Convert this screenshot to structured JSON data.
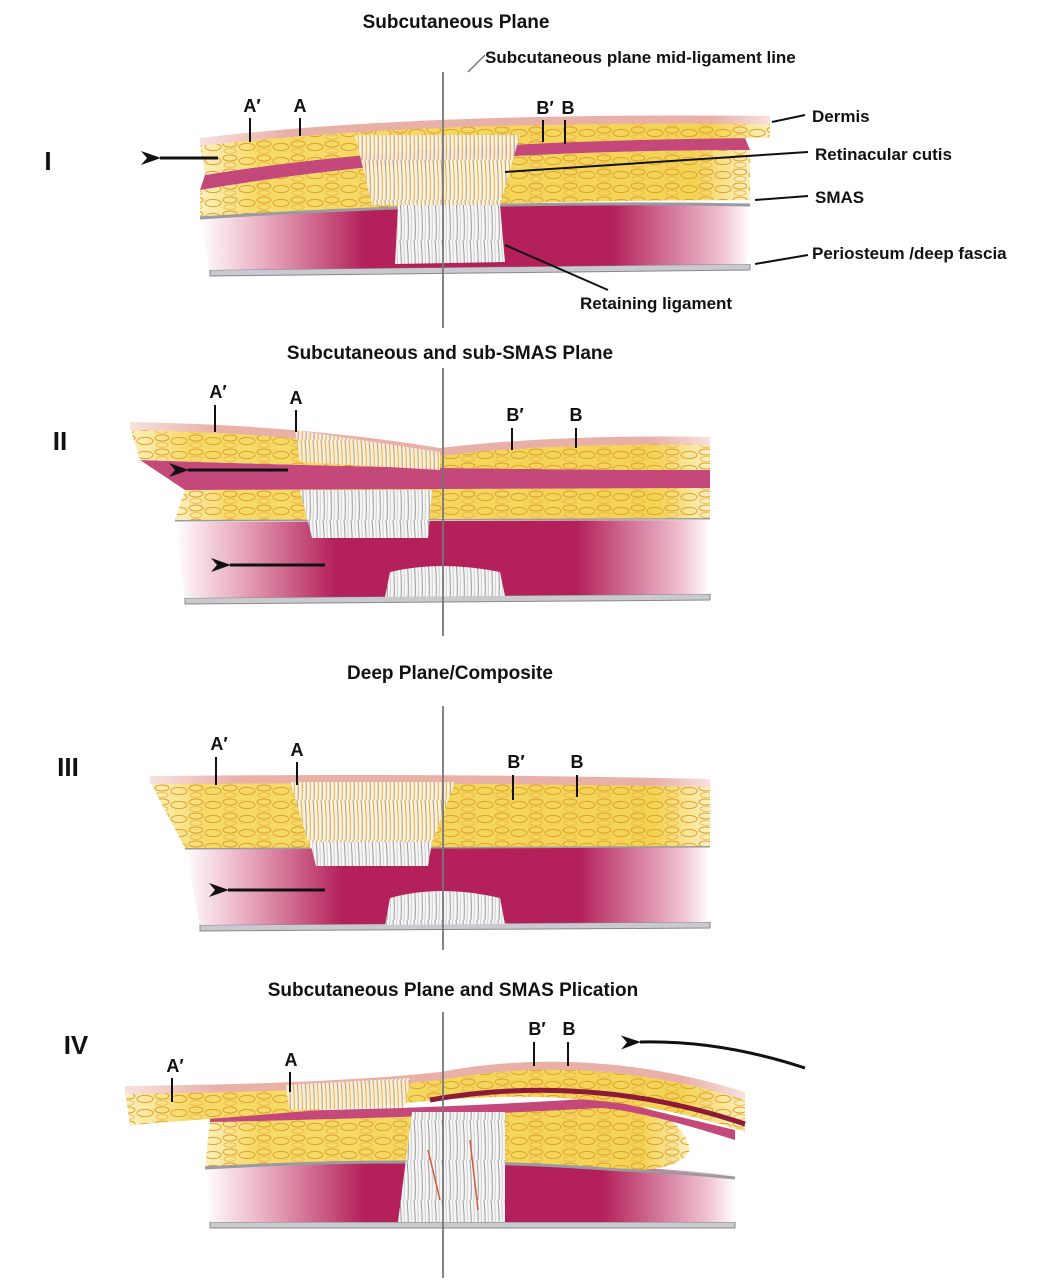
{
  "figure": {
    "colors": {
      "fat": "#f3d354",
      "fat_light": "#fbea9a",
      "dermis": "#e9b0a8",
      "muscle": "#b3205a",
      "muscle_light": "#e8a9bd",
      "fascia": "#c9c9cf",
      "ligament": "#f4f4f4",
      "line": "#222222",
      "midline": "#777777"
    },
    "midline_label": "Subcutaneous plane mid-ligament line",
    "layer_labels": {
      "dermis": "Dermis",
      "retinacular": "Retinacular cutis",
      "smas": "SMAS",
      "periosteum": "Periosteum /deep fascia",
      "ligament": "Retaining ligament"
    },
    "panels": [
      {
        "roman": "I",
        "title": "Subcutaneous Plane",
        "marks": {
          "a_prime": "A′",
          "a": "A",
          "b_prime": "B′",
          "b": "B"
        }
      },
      {
        "roman": "II",
        "title": "Subcutaneous and sub-SMAS Plane",
        "marks": {
          "a_prime": "A′",
          "a": "A",
          "b_prime": "B′",
          "b": "B"
        }
      },
      {
        "roman": "III",
        "title": "Deep Plane/Composite",
        "marks": {
          "a_prime": "A′",
          "a": "A",
          "b_prime": "B′",
          "b": "B"
        }
      },
      {
        "roman": "IV",
        "title": "Subcutaneous Plane and SMAS Plication",
        "marks": {
          "a_prime": "A′",
          "a": "A",
          "b_prime": "B′",
          "b": "B"
        }
      }
    ],
    "icons": {
      "arrow": "traction-arrow-icon",
      "ligament": "ligament-fibers-icon"
    }
  }
}
